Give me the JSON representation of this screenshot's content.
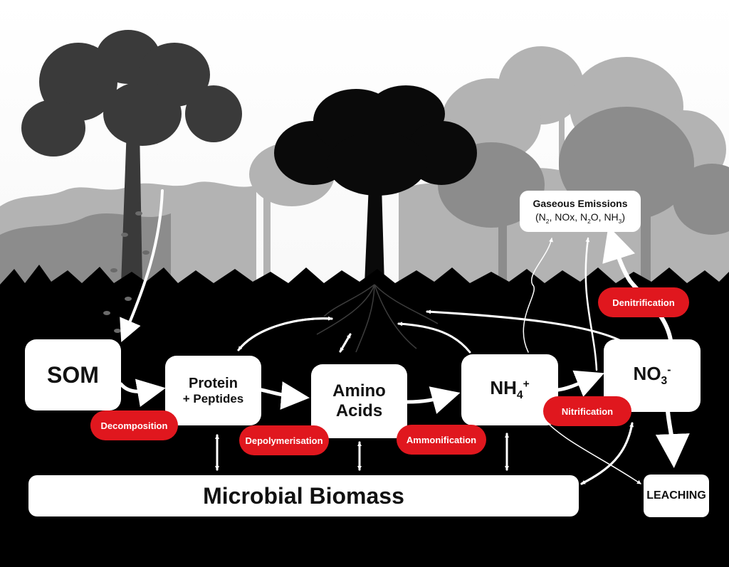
{
  "nodes": {
    "som": "SOM",
    "protein_line1": "Protein",
    "protein_line2": "+ Peptides",
    "amino_line1": "Amino",
    "amino_line2": "Acids",
    "nh4_base": "NH",
    "nh4_sub": "4",
    "nh4_sup": "+",
    "no3_base": "NO",
    "no3_sub": "3",
    "no3_sup": "-",
    "microbial": "Microbial Biomass",
    "leaching": "LEACHING"
  },
  "gaseous": {
    "title": "Gaseous Emissions",
    "p1": "(N",
    "s1": "2",
    "p2": ", NOx, N",
    "s2": "2",
    "p3": "O, NH",
    "s3": "3",
    "p4": ")"
  },
  "processes": {
    "decomposition": "Decomposition",
    "depolymerisation": "Depolymerisation",
    "ammonification": "Ammonification",
    "nitrification": "Nitrification",
    "denitrification": "Denitrification"
  },
  "colors": {
    "process_red": "#e0171e",
    "soil": "#000000",
    "box_fill": "#ffffff"
  }
}
